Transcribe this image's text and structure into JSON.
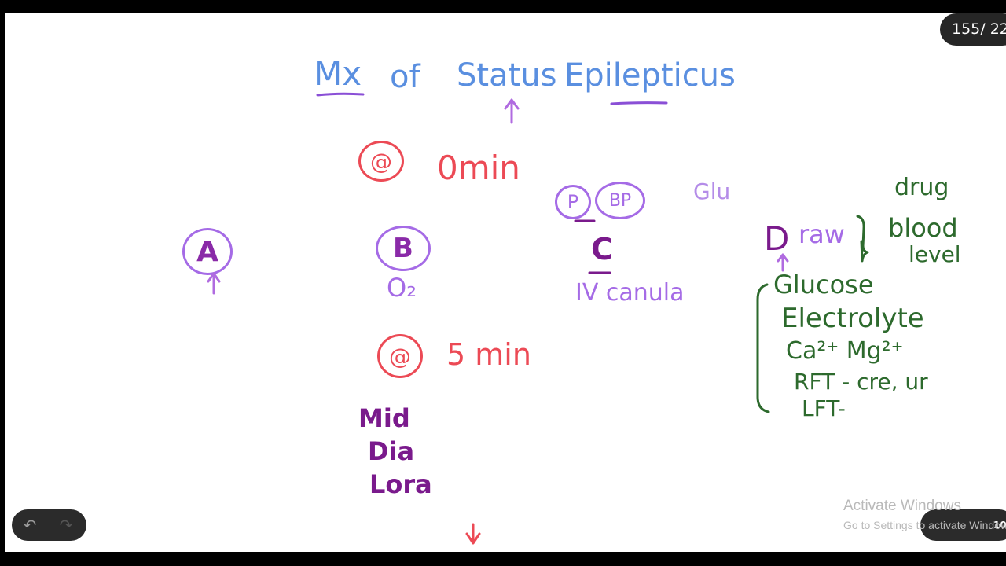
{
  "page_indicator": "155/ 22",
  "title": {
    "part1": "Mx",
    "part2": "of",
    "part3": "Status",
    "part4": "Epilepticus"
  },
  "zero_min": {
    "at": "@",
    "label": "0min"
  },
  "five_min": {
    "at": "@",
    "label": "5 min"
  },
  "step_a": {
    "letter": "A"
  },
  "step_b": {
    "letter": "B",
    "note": "O₂"
  },
  "step_c": {
    "p": "P",
    "bp": "BP",
    "glu": "Glu",
    "letter": "C",
    "note": "IV canula"
  },
  "step_d": {
    "letter": "D",
    "label": "raw",
    "bracket_note": [
      "drug",
      "blood",
      "level"
    ],
    "list": [
      "Glucose",
      "Electrolyte",
      "Ca²⁺ Mg²⁺",
      "RFT - cre, ur",
      "LFT-"
    ]
  },
  "drugs": [
    "Mid",
    "Dia",
    "Lora"
  ],
  "toolbar": {
    "undo_icon": "↶",
    "redo_icon": "↷",
    "right_label": "10"
  },
  "watermark": {
    "line1": "Activate Windows",
    "line2": "Go to Settings to activate Windows."
  }
}
